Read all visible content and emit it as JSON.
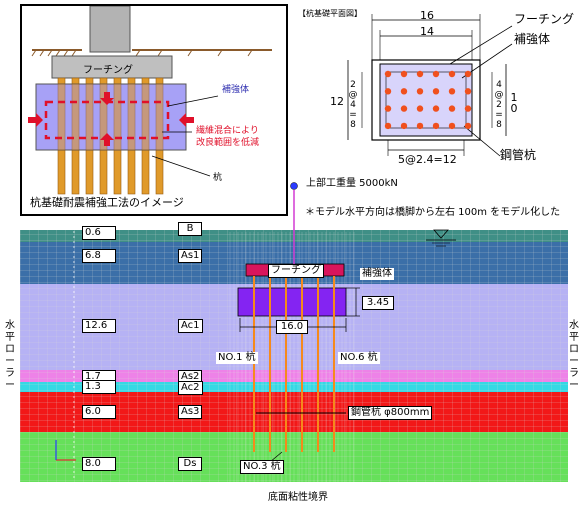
{
  "inset": {
    "footing_label": "フーチング",
    "reinforce_label": "補強体",
    "mix_note_line1": "繊維混合により",
    "mix_note_line2": "改良範囲を低減",
    "pile_label": "杭",
    "caption": "杭基礎耐震補強工法のイメージ"
  },
  "plan": {
    "title": "【杭基礎平面図】",
    "dim_top_outer": "16",
    "dim_top_inner": "14",
    "label_footing": "フーチング",
    "label_reinforce": "補強体",
    "label_steel_pipe": "鋼管杭",
    "dim_left_outer": "12",
    "dim_left_inner": "2@4=8",
    "dim_right_inner": "4@2=8",
    "dim_right_outer": "10",
    "dim_bottom": "5@2.4=12"
  },
  "model": {
    "load_label": "上部工重量 5000kN",
    "note": "＊モデル水平方向は橋脚から左右 100m をモデル化した",
    "left_roller": "水平ローラー",
    "right_roller": "水平ローラー",
    "bottom_label": "底面粘性境界",
    "footing_label": "フーチング",
    "reinforce_label": "補強体",
    "dim_345": "3.45",
    "dim_160": "16.0",
    "pile_no1": "NO.1 杭",
    "pile_no6": "NO.6 杭",
    "pile_no3": "NO.3 杭",
    "steel_pipe_label": "鋼管杭 φ800mm",
    "layers": [
      {
        "thickness": "0.6",
        "name": "B"
      },
      {
        "thickness": "6.8",
        "name": "As1"
      },
      {
        "thickness": "12.6",
        "name": "Ac1"
      },
      {
        "thickness": "1.7",
        "name": "As2"
      },
      {
        "thickness": "1.3",
        "name": "Ac2"
      },
      {
        "thickness": "6.0",
        "name": "As3"
      },
      {
        "thickness": "8.0",
        "name": "Ds"
      }
    ]
  },
  "colors": {
    "layer_B": "#3f8f86",
    "layer_As1": "#3b6fa8",
    "layer_Ac1": "#b6b2f4",
    "layer_As2": "#ee82e8",
    "layer_Ac2": "#35d8e4",
    "layer_As3": "#f21818",
    "layer_Ds": "#66e05a",
    "footing": "#d8155c",
    "reinforce": "#8424f2",
    "pile": "#f58a1c"
  }
}
